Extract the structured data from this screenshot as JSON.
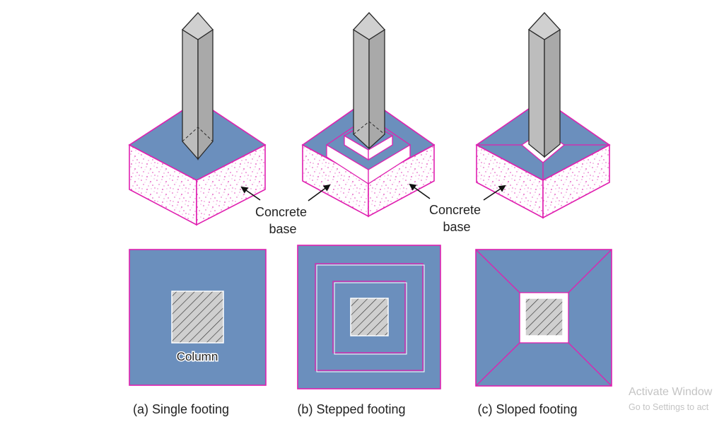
{
  "labels": {
    "concrete_left": [
      "Concrete",
      "base"
    ],
    "concrete_right": [
      "Concrete",
      "base"
    ],
    "column": "Column",
    "caption_a": "(a) Single footing",
    "caption_b": "(b) Stepped footing",
    "caption_c": "(c) Sloped footing"
  },
  "watermark": {
    "line1": "Activate Window",
    "line2": "Go to Settings to act"
  },
  "colors": {
    "footing_blue": "#6b8fbd",
    "edge_magenta": "#e020b0",
    "column_grey": "#bdbdbd",
    "column_grey_dark": "#a9a9a9",
    "column_top": "#d0d0d0",
    "hatch_fill": "#cfcfcf"
  }
}
